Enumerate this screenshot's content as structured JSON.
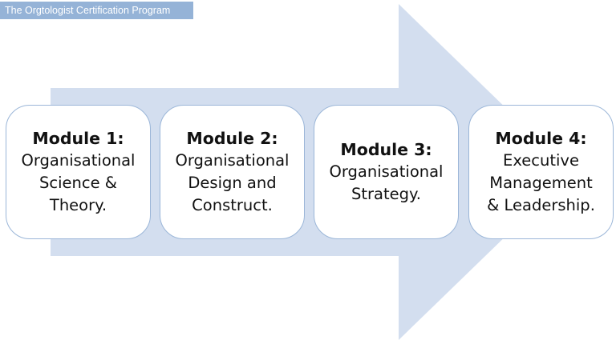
{
  "header": {
    "title": "The Orgtologist Certification Program"
  },
  "colors": {
    "arrow_fill": "#d3deef",
    "header_bg": "#95b3d7",
    "box_border": "#9bb6d8"
  },
  "modules": [
    {
      "title": "Module 1:",
      "description": "Organisational\nScience &\nTheory."
    },
    {
      "title": "Module 2:",
      "description": "Organisational\nDesign and\nConstruct."
    },
    {
      "title": "Module 3:",
      "description": "Organisational\nStrategy."
    },
    {
      "title": "Module 4:",
      "description": "Executive\nManagement\n& Leadership."
    }
  ]
}
